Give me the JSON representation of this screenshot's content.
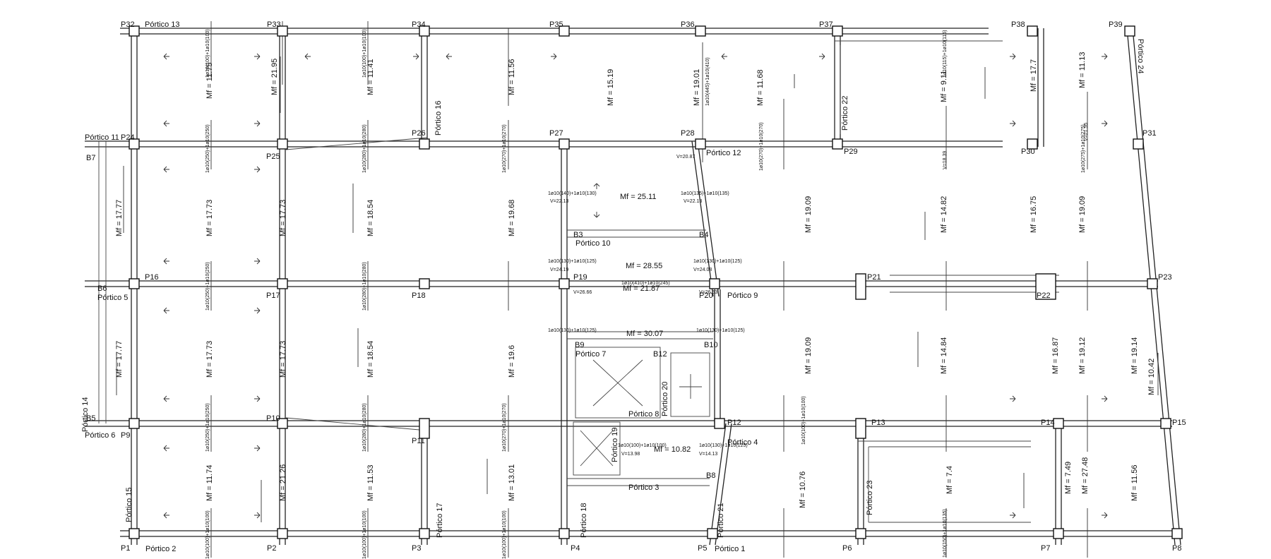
{
  "pillars": [
    {
      "id": "p32",
      "label": "P32"
    },
    {
      "id": "p33",
      "label": "P33"
    },
    {
      "id": "p34",
      "label": "P34"
    },
    {
      "id": "p35",
      "label": "P35"
    },
    {
      "id": "p36",
      "label": "P36"
    },
    {
      "id": "p37",
      "label": "P37"
    },
    {
      "id": "p38",
      "label": "P38"
    },
    {
      "id": "p39",
      "label": "P39"
    },
    {
      "id": "p24",
      "label": "P24"
    },
    {
      "id": "p25",
      "label": "P25"
    },
    {
      "id": "p26",
      "label": "P26"
    },
    {
      "id": "p27",
      "label": "P27"
    },
    {
      "id": "p28",
      "label": "P28"
    },
    {
      "id": "p29",
      "label": "P29"
    },
    {
      "id": "p30",
      "label": "P30"
    },
    {
      "id": "p31",
      "label": "P31"
    },
    {
      "id": "p16",
      "label": "P16"
    },
    {
      "id": "p17",
      "label": "P17"
    },
    {
      "id": "p18",
      "label": "P18"
    },
    {
      "id": "p19",
      "label": "P19"
    },
    {
      "id": "p20",
      "label": "P20"
    },
    {
      "id": "p21",
      "label": "P21"
    },
    {
      "id": "p22",
      "label": "P22"
    },
    {
      "id": "p23",
      "label": "P23"
    },
    {
      "id": "p9",
      "label": "P9"
    },
    {
      "id": "p10",
      "label": "P10"
    },
    {
      "id": "p11",
      "label": "P11"
    },
    {
      "id": "p12",
      "label": "P12"
    },
    {
      "id": "p13",
      "label": "P13"
    },
    {
      "id": "p14",
      "label": "P14"
    },
    {
      "id": "p15",
      "label": "P15"
    },
    {
      "id": "p1",
      "label": "P1"
    },
    {
      "id": "p2",
      "label": "P2"
    },
    {
      "id": "p3",
      "label": "P3"
    },
    {
      "id": "p4",
      "label": "P4"
    },
    {
      "id": "p5",
      "label": "P5"
    },
    {
      "id": "p6",
      "label": "P6"
    },
    {
      "id": "p7",
      "label": "P7"
    },
    {
      "id": "p8",
      "label": "P8"
    }
  ],
  "beams": [
    "B3",
    "B4",
    "B5",
    "B6",
    "B7",
    "B8",
    "B9",
    "B10",
    "B12"
  ],
  "porticos": [
    "Pórtico 13",
    "Pórtico 11",
    "Pórtico 16",
    "Pórtico 12",
    "Pórtico 22",
    "Pórtico 10",
    "Pórtico 9",
    "Pórtico 7",
    "Pórtico 20",
    "Pórtico 8",
    "Pórtico 4",
    "Pórtico 3",
    "Pórtico 14",
    "Pórtico 15",
    "Pórtico 2",
    "Pórtico 17",
    "Pórtico 18",
    "Pórtico 21",
    "Pórtico 1",
    "Pórtico 23",
    "Pórtico 24",
    "Pórtico 5",
    "Pórtico 6",
    "Pórtico 19"
  ],
  "moments": {
    "top_row": [
      "Mf = 11.75",
      "Mf = 21.95",
      "Mf = 11.41",
      "Mf = 11.56",
      "Mf = 15.19",
      "Mf = 19.01",
      "Mf = 11.68",
      "Mf = 9.11",
      "Mf = 17.7",
      "Mf = 11.13"
    ],
    "upper_mid": [
      "Mf = 17.77",
      "Mf = 17.73",
      "Mf = 17.73",
      "Mf = 18.54",
      "Mf = 19.68",
      "Mf = 19.09",
      "Mf = 14.82",
      "Mf = 16.75",
      "Mf = 19.09"
    ],
    "lower_mid": [
      "Mf = 17.77",
      "Mf = 17.73",
      "Mf = 17.73",
      "Mf = 18.54",
      "Mf = 19.6",
      "Mf = 19.09",
      "Mf = 14.84",
      "Mf = 16.87",
      "Mf = 19.12",
      "Mf = 19.14"
    ],
    "bottom_row": [
      "Mf = 11.74",
      "Mf = 21.26",
      "Mf = 11.53",
      "Mf = 13.01",
      "Mf = 10.76",
      "Mf = 7.4",
      "Mf = 7.49",
      "Mf = 27.48",
      "Mf = 11.56",
      "Mf = 10.42"
    ],
    "stair": [
      "Mf = 25.11",
      "Mf = 28.55",
      "Mf = 21.87",
      "Mf = 30.07",
      "Mf = 10.82"
    ]
  },
  "reinforcement": {
    "r1": "1ø10(100)+1ø10(100)",
    "r2": "1ø10(250)+1ø10(250)",
    "r3": "1ø10(280)+1ø10(280)",
    "r4": "1ø10(270)+1ø10(270)",
    "r5": "1ø10(140)+1ø10(130)",
    "r6": "1ø10(130)+1ø10(125)",
    "r7": "1ø10(410)+1ø10(245)",
    "r8": "1ø10(135)+1ø10(135)",
    "r9": "1ø10(150)+1ø10(135)",
    "r10": "1ø10(445)+1ø10(410)",
    "r11": "1ø10(115)+1ø10(115)",
    "r12": "1ø10(275)+1ø10(275)"
  },
  "shears": {
    "s1": "V=22.13",
    "s2": "V=24.19",
    "s3": "V=24.08",
    "s4": "V=26.66",
    "s5": "V=26.53",
    "s6": "V=13.98",
    "s7": "V=14.13",
    "s8": "V=20.87",
    "s9": "V=18.39",
    "s10": "V=21.55"
  }
}
